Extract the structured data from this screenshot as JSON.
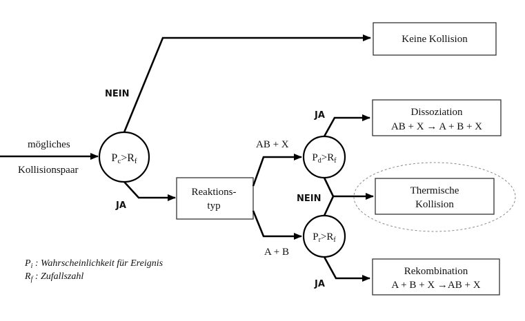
{
  "input": {
    "line1": "mögliches",
    "line2": "Kollisionspaar"
  },
  "decision1": {
    "p": "P",
    "sub_p": "c",
    "gt": ">",
    "r": "R",
    "sub_r": "f"
  },
  "decision2": {
    "p": "P",
    "sub_p": "d",
    "gt": ">",
    "r": "R",
    "sub_r": "f"
  },
  "decision3": {
    "p": "P",
    "sub_p": "r",
    "gt": ">",
    "r": "R",
    "sub_r": "f"
  },
  "labels": {
    "nein_top": "NEIN",
    "ja_left": "JA",
    "ja_top_right": "JA",
    "nein_mid": "NEIN",
    "ja_bottom": "JA",
    "ab_x": "AB + X",
    "a_b": "A + B"
  },
  "boxes": {
    "keine": {
      "line1": "Keine Kollision"
    },
    "reaktion": {
      "line1": "Reaktions-",
      "line2": "typ"
    },
    "dissoziation": {
      "line1": "Dissoziation",
      "line2": "AB + X → A + B + X"
    },
    "thermisch": {
      "line1": "Thermische",
      "line2": "Kollision"
    },
    "rekombination": {
      "line1": "Rekombination",
      "line2": "A + B + X →AB + X"
    }
  },
  "legend": {
    "line1_sym": "P",
    "line1_sub": "i",
    "line1_text": " : Wahrscheinlichkeit für Ereignis",
    "line2_sym": "R",
    "line2_sub": "f",
    "line2_text": " : Zufallszahl"
  }
}
